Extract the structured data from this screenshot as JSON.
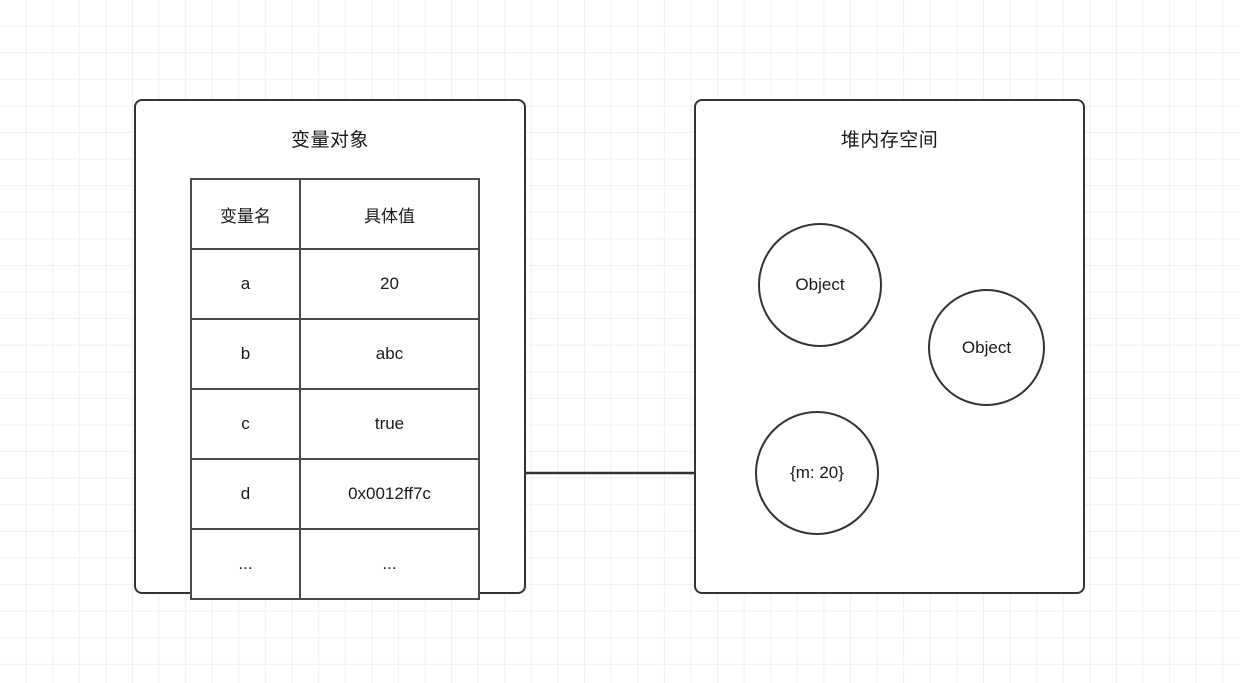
{
  "diagram": {
    "background": "grid-paper",
    "grid_color": "#f0f0f0",
    "stroke_color": "#333333",
    "text_color": "#1a1a1a"
  },
  "variable_object_panel": {
    "title": "变量对象",
    "table": {
      "columns": [
        "变量名",
        "具体值"
      ],
      "rows": [
        {
          "name": "a",
          "value": "20"
        },
        {
          "name": "b",
          "value": "abc"
        },
        {
          "name": "c",
          "value": "true"
        },
        {
          "name": "d",
          "value": "0x0012ff7c"
        },
        {
          "name": "...",
          "value": "..."
        }
      ]
    }
  },
  "heap_memory_panel": {
    "title": "堆内存空间",
    "objects": [
      {
        "label": "Object"
      },
      {
        "label": "Object"
      },
      {
        "label": "{m: 20}"
      }
    ]
  },
  "pointer_arrow": {
    "from": "variable-value-0x0012ff7c",
    "to": "heap-object-m-20",
    "style": "solid-line-filled-arrowhead"
  }
}
